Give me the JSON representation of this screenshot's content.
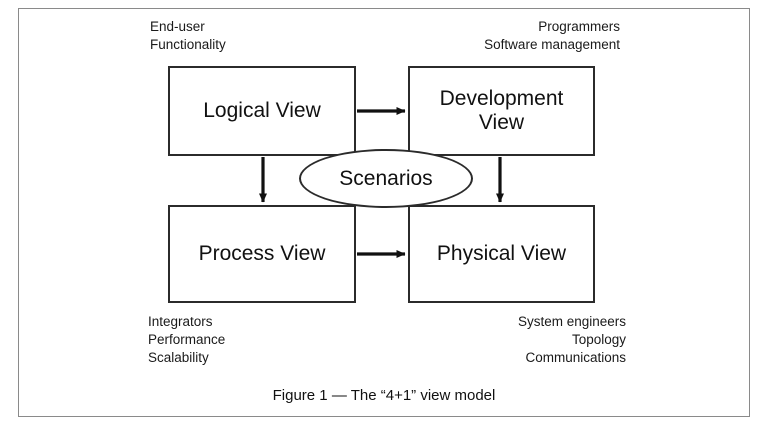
{
  "figure": {
    "caption": "Figure 1 — The “4+1” view model",
    "boxes": {
      "logical": "Logical View",
      "development_line1": "Development",
      "development_line2": "View",
      "process": "Process View",
      "physical": "Physical View"
    },
    "center_node": "Scenarios",
    "annotations": {
      "top_left": "End-user\nFunctionality",
      "top_right": "Programmers\nSoftware management",
      "bottom_left": "Integrators\nPerformance\nScalability",
      "bottom_right": "System engineers\nTopology\nCommunications"
    },
    "colors": {
      "stroke": "#2b2b2b",
      "text": "#111111",
      "frame": "#8a8a8a",
      "background": "#ffffff"
    }
  }
}
